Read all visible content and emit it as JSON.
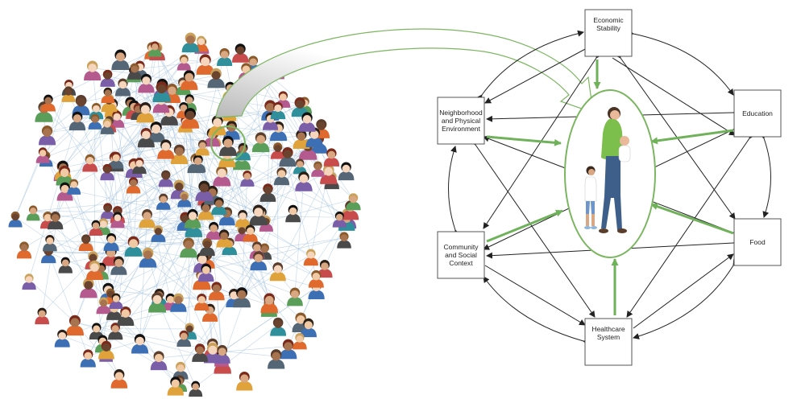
{
  "diagram": {
    "network": {
      "highlight_color": "#7bb661",
      "edge_color": "#9fc0dc"
    },
    "factors": [
      {
        "id": "economic",
        "lines": [
          "Economic",
          "Stability"
        ]
      },
      {
        "id": "education",
        "lines": [
          "Education"
        ]
      },
      {
        "id": "food",
        "lines": [
          "Food"
        ]
      },
      {
        "id": "healthcare",
        "lines": [
          "Healthcare",
          "System"
        ]
      },
      {
        "id": "community",
        "lines": [
          "Community",
          "and Social",
          "Context"
        ]
      },
      {
        "id": "neighborhood",
        "lines": [
          "Neighborhood",
          "and Physical",
          "Environment"
        ]
      }
    ],
    "colors": {
      "green_arrow": "#6fb25a",
      "black_arrow": "#222222",
      "box_border": "#555555"
    },
    "center_icon": "mother-with-children-icon"
  }
}
